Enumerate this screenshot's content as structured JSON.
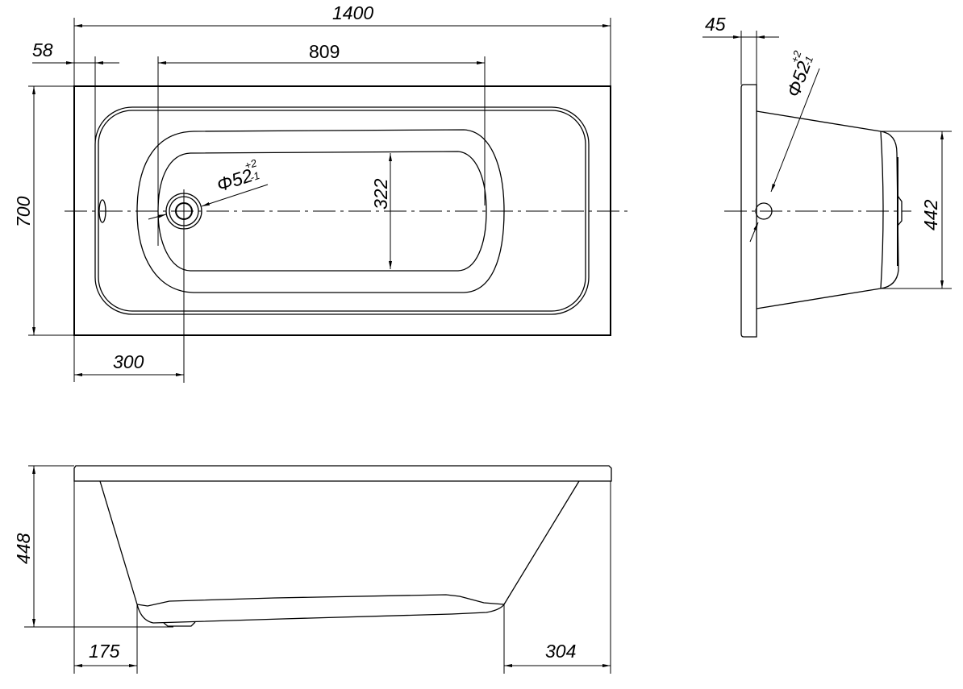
{
  "drawing": {
    "top_view": {
      "length": "1400",
      "rim_offset": "58",
      "basin_length": "809",
      "width": "700",
      "drain_offset": "300",
      "basin_width": "322",
      "drain_diameter": "Φ52",
      "drain_tol_upper": "+2",
      "drain_tol_lower": "-1"
    },
    "end_view": {
      "rim_thickness": "45",
      "bottom_width": "442",
      "drain_diameter": "Φ52",
      "drain_tol_upper": "+2",
      "drain_tol_lower": "-1"
    },
    "side_view": {
      "height": "448",
      "left_offset": "175",
      "right_offset": "304"
    },
    "line_color": "#000000",
    "background": "#ffffff"
  }
}
